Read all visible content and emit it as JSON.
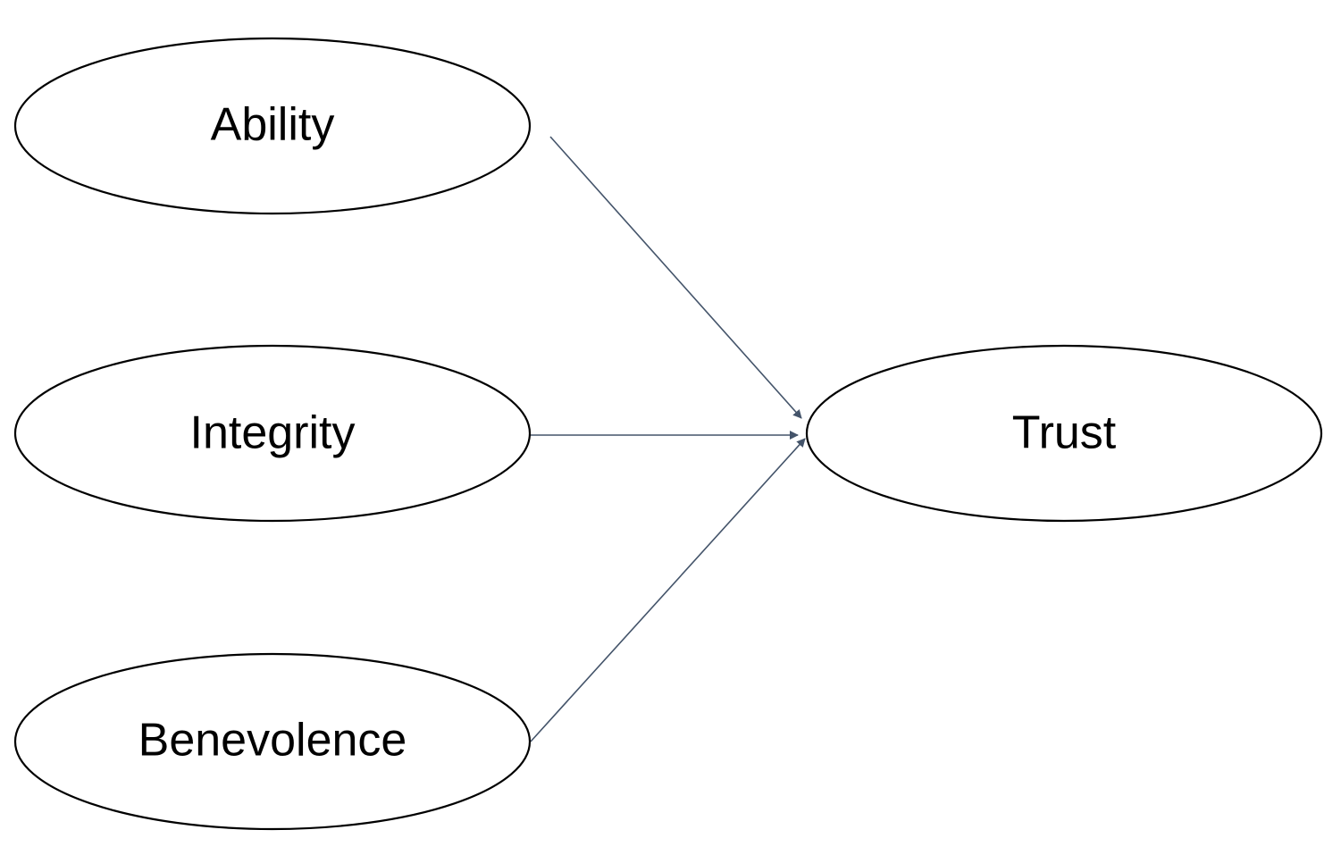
{
  "diagram": {
    "nodes": {
      "ability": {
        "label": "Ability"
      },
      "integrity": {
        "label": "Integrity"
      },
      "benevolence": {
        "label": "Benevolence"
      },
      "trust": {
        "label": "Trust"
      }
    },
    "edges": [
      {
        "from": "ability",
        "to": "trust"
      },
      {
        "from": "integrity",
        "to": "trust"
      },
      {
        "from": "benevolence",
        "to": "trust"
      }
    ],
    "colors": {
      "arrow": "#44546a",
      "outline": "#000000",
      "background": "#ffffff"
    }
  }
}
